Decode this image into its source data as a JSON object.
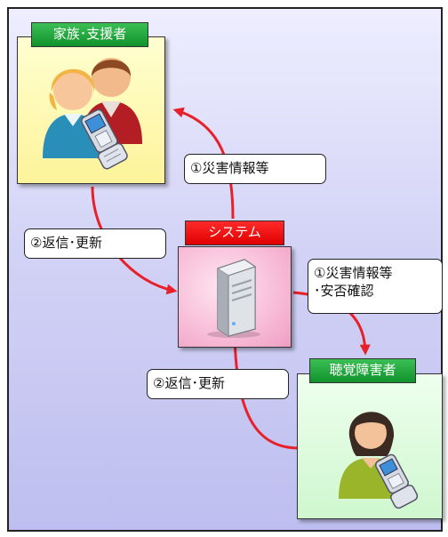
{
  "nodes": {
    "family": {
      "label": "家族･支援者"
    },
    "system": {
      "label": "システム"
    },
    "hearing_impaired": {
      "label": "聴覚障害者"
    }
  },
  "messages": {
    "to_family": "①災害情報等",
    "family_reply": "②返信･更新",
    "to_hearing_line1": "①災害情報等",
    "to_hearing_line2": "･安否確認",
    "hearing_reply": "②返信･更新"
  },
  "colors": {
    "arrow": "#e8202a",
    "panel_top": "#eeeeff",
    "panel_bottom": "#bebef0",
    "family_bg": "#fdf39a",
    "system_bg": "#f6b4d2",
    "hearing_bg": "#cff7cf",
    "tag_green": "#11922c",
    "tag_red": "#e00000"
  },
  "icons": {
    "family": "people-with-mobile-phone-icon",
    "system": "server-icon",
    "hearing_impaired": "person-with-mobile-phone-icon"
  }
}
